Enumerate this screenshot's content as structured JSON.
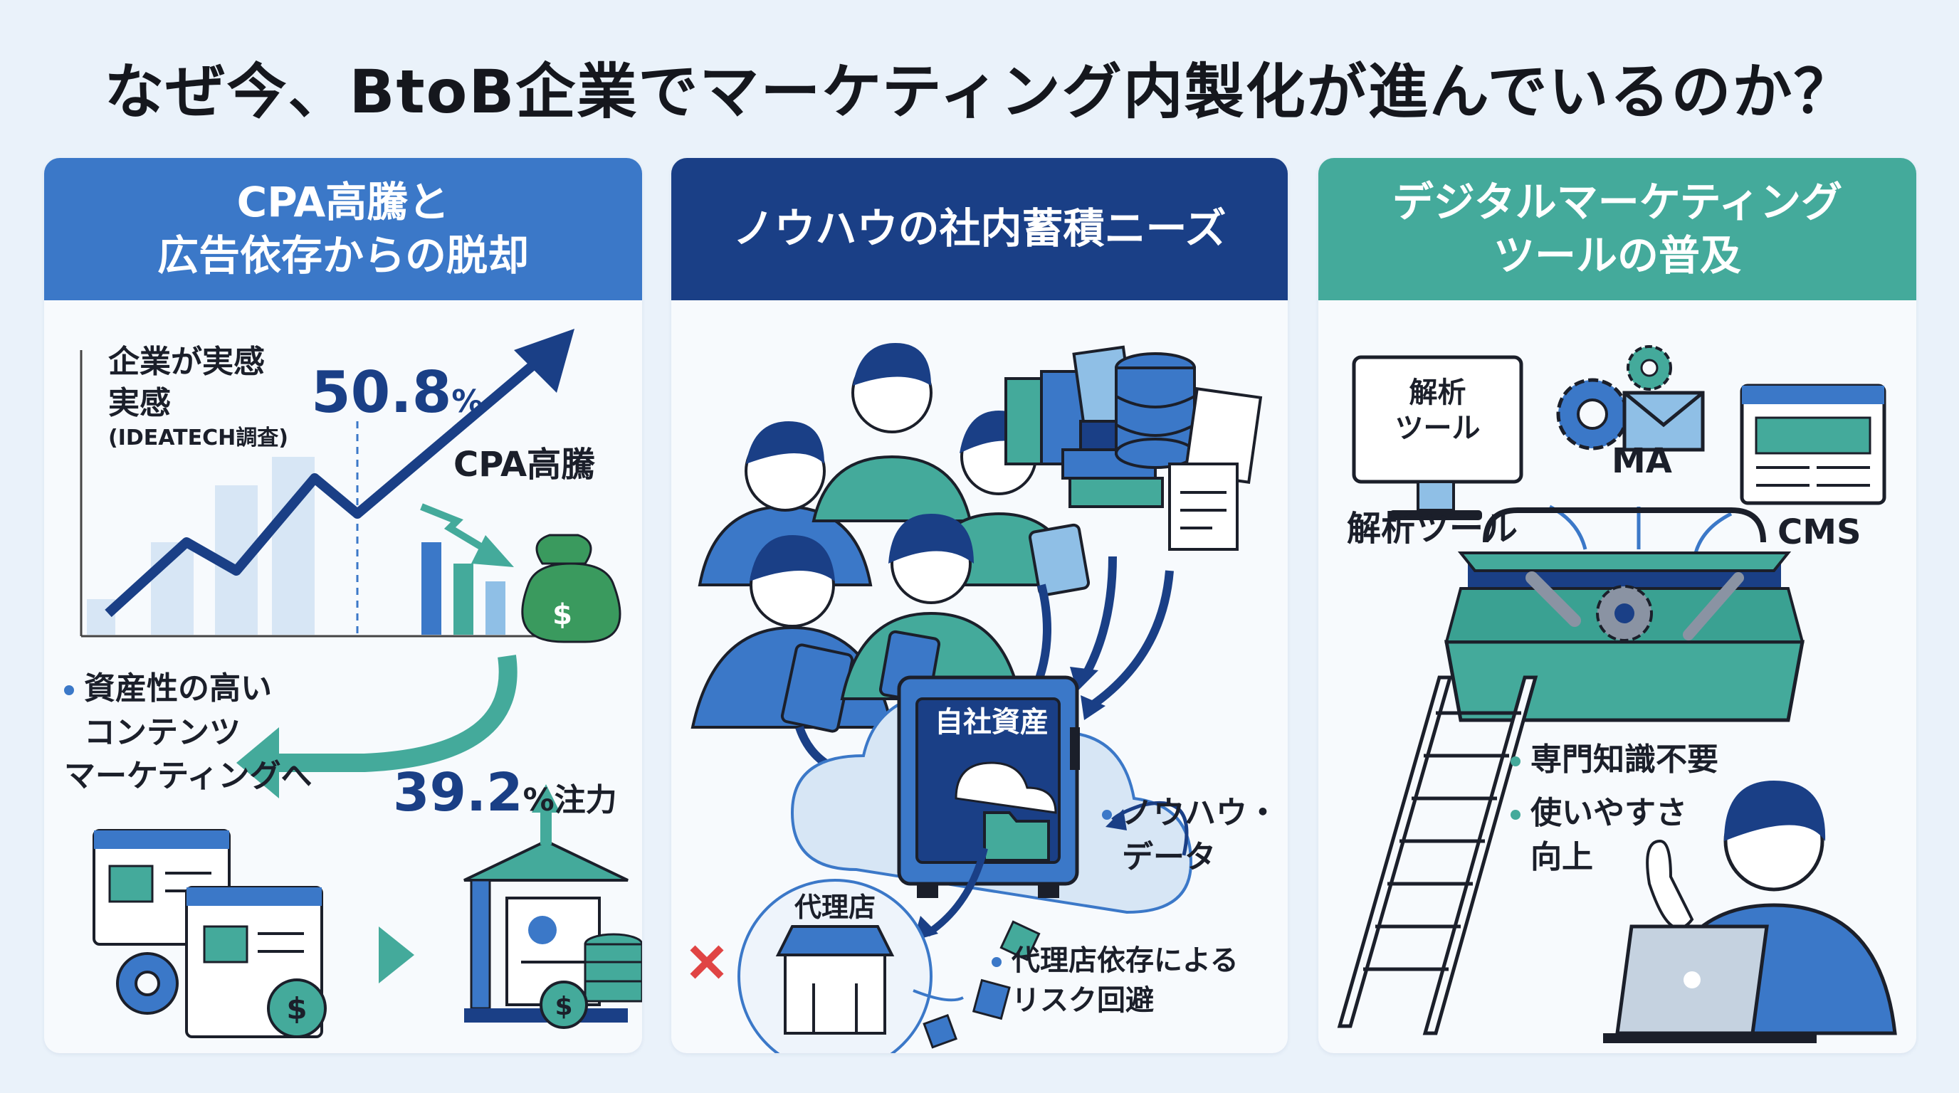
{
  "title": "なぜ今、BtoB企業でマーケティング内製化が進んでいるのか？",
  "colors": {
    "blue": "#3b78c8",
    "navy": "#1a3f86",
    "teal": "#44aa9b",
    "background": "#eaf2fa"
  },
  "panels": [
    {
      "heading": [
        "CPA高騰と",
        "広告依存からの脱却"
      ],
      "chart_label": [
        "企業が実感",
        "実感"
      ],
      "source": "(IDEATECH調査)",
      "stat1_value": "50.8",
      "stat1_unit": "%",
      "cpa_label": "CPA高騰",
      "content_bullet": [
        "資産性の高い",
        "コンテンツ",
        "マーケティングへ"
      ],
      "stat2_value": "39.2",
      "stat2_unit": "%注力",
      "icons": [
        "money-bag-icon",
        "document-icon",
        "gear-icon",
        "dollar-coin-icon",
        "bank-building-icon",
        "coin-stack-icon"
      ]
    },
    {
      "heading": [
        "ノウハウの社内蓄積ニーズ"
      ],
      "safe_label": "自社資産",
      "agency_label": "代理店",
      "bullet1": [
        "ノウハウ・",
        "データ"
      ],
      "bullet2": [
        "代理店依存による",
        "リスク回避"
      ],
      "icons": [
        "team-people-icon",
        "books-icon",
        "database-icon",
        "document-icon",
        "cloud-icon",
        "safe-icon",
        "folder-icon",
        "shop-icon",
        "cross-mark-icon"
      ]
    },
    {
      "heading": [
        "デジタルマーケティング",
        "ツールの普及"
      ],
      "monitor_label": [
        "解析",
        "ツール"
      ],
      "analysis_label": "解析ツール",
      "ma_label": "MA",
      "cms_label": "CMS",
      "bullet1": "専門知識不要",
      "bullet2": [
        "使いやすさ",
        "向上"
      ],
      "icons": [
        "monitor-icon",
        "gear-icon",
        "envelope-icon",
        "browser-window-icon",
        "toolbox-icon",
        "wrench-icon",
        "ladder-icon",
        "person-laptop-icon"
      ]
    }
  ]
}
